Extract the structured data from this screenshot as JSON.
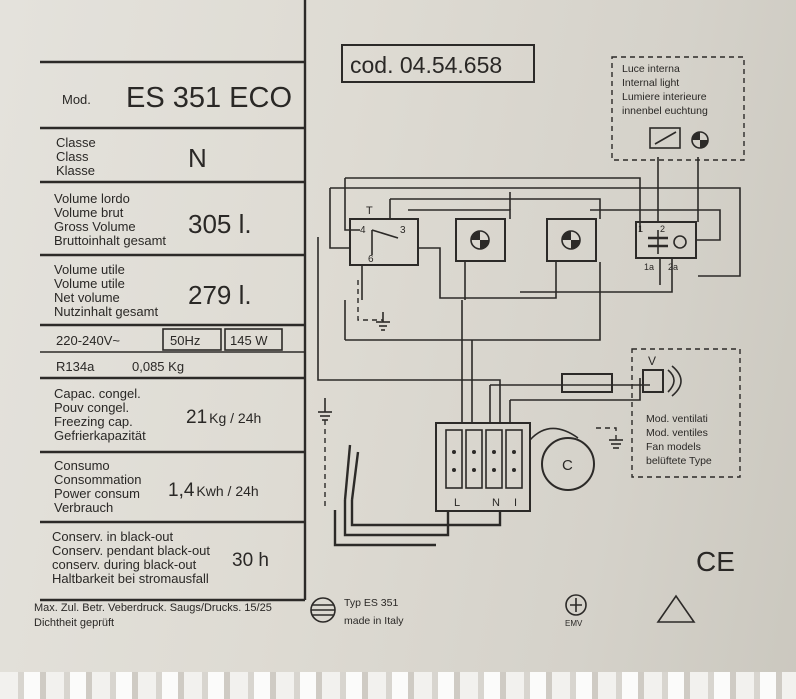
{
  "code_label": "cod. 04.54.658",
  "model": {
    "label": "Mod.",
    "value": "ES 351 ECO"
  },
  "class": {
    "labels": [
      "Classe",
      "Class",
      "Klasse"
    ],
    "value": "N"
  },
  "gross_volume": {
    "labels": [
      "Volume lordo",
      "Volume brut",
      "Gross Volume",
      "Bruttoinhalt gesamt"
    ],
    "value": "305 l."
  },
  "net_volume": {
    "labels": [
      "Volume utile",
      "Volume utile",
      "Net volume",
      "Nutzinhalt gesamt"
    ],
    "value": "279 l."
  },
  "electrical": {
    "voltage": "220-240V~",
    "frequency": "50Hz",
    "power": "145 W"
  },
  "refrigerant": {
    "name": "R134a",
    "charge": "0,085 Kg"
  },
  "freezing": {
    "labels": [
      "Capac. congel.",
      "Pouv congel.",
      "Freezing cap.",
      "Gefrierkapazität"
    ],
    "value_num": "21",
    "value_unit": "Kg / 24h"
  },
  "consumption": {
    "labels": [
      "Consumo",
      "Consommation",
      "Power consum",
      "Verbrauch"
    ],
    "value_num": "1,4",
    "value_unit": "Kwh / 24h"
  },
  "blackout": {
    "labels": [
      "Conserv. in black-out",
      "Conserv. pendant black-out",
      "conserv. during black-out",
      "Haltbarkeit bei stromausfall"
    ],
    "value": "30 h"
  },
  "footer": {
    "line1": "Max. Zul. Betr. Veberdruck. Saugs/Drucks. 15/25",
    "line2": "Dichtheit geprüft",
    "type": "Typ ES 351",
    "made_in": "made in Italy",
    "emv_mark": "EMV",
    "ce_mark": "CE"
  },
  "interior_light": [
    "Luce interna",
    "Internal light",
    "Lumiere interieure",
    "innenbel euchtung"
  ],
  "fan_models": [
    "Mod. ventilati",
    "Mod. ventiles",
    "Fan models",
    "belüftete Type"
  ],
  "diagram_labels": {
    "thermostat": "T",
    "t_pin4": "4",
    "t_pin3": "3",
    "t_pin6": "6",
    "switch_pin1": "1",
    "switch_pin2": "2",
    "switch_pin1a": "1a",
    "switch_pin2a": "2a",
    "fan": "V",
    "compressor": "C",
    "term_L": "L",
    "term_N": "N",
    "term_I": "I"
  }
}
